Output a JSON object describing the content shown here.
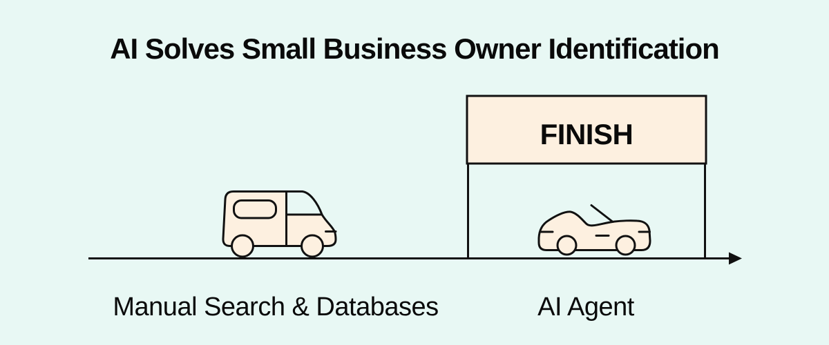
{
  "title": "AI Solves Small Business Owner Identification",
  "finish_gate": {
    "banner_label": "FINISH"
  },
  "lanes": {
    "manual": {
      "label": "Manual Search & Databases",
      "vehicle_icon": "delivery-van-icon"
    },
    "ai": {
      "label": "AI Agent",
      "vehicle_icon": "convertible-car-icon"
    }
  },
  "icons": {
    "direction": "arrow-right-icon"
  },
  "colors": {
    "background": "#e8f8f4",
    "banner_fill": "#fdf0e0",
    "vehicle_fill": "#fdf0e0",
    "outline": "#111111",
    "text": "#0a0a0a"
  }
}
